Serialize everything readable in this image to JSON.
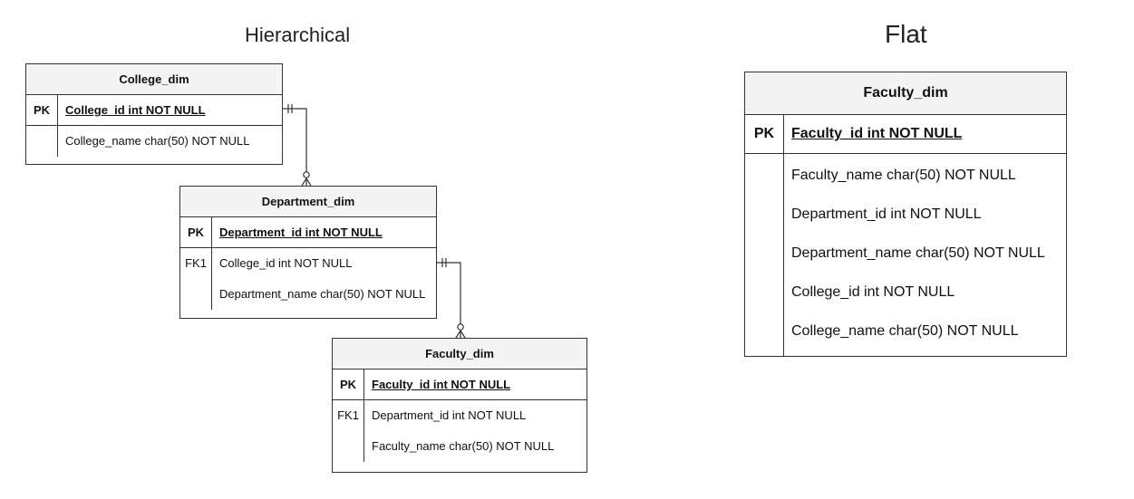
{
  "hierarchical": {
    "title": "Hierarchical",
    "college": {
      "name": "College_dim",
      "pk_key": "PK",
      "pk_column": "College_id int NOT NULL",
      "attributes": [
        {
          "key": "",
          "text": "College_name char(50) NOT NULL"
        }
      ]
    },
    "department": {
      "name": "Department_dim",
      "pk_key": "PK",
      "pk_column": "Department_id int NOT NULL",
      "attributes": [
        {
          "key": "FK1",
          "text": "College_id int NOT NULL"
        },
        {
          "key": "",
          "text": "Department_name char(50) NOT NULL"
        }
      ]
    },
    "faculty": {
      "name": "Faculty_dim",
      "pk_key": "PK",
      "pk_column": "Faculty_id int NOT NULL",
      "attributes": [
        {
          "key": "FK1",
          "text": "Department_id int NOT NULL"
        },
        {
          "key": "",
          "text": "Faculty_name char(50) NOT NULL"
        }
      ]
    }
  },
  "flat": {
    "title": "Flat",
    "faculty": {
      "name": "Faculty_dim",
      "pk_key": "PK",
      "pk_column": "Faculty_id int NOT NULL",
      "attributes": [
        {
          "key": "",
          "text": "Faculty_name char(50) NOT NULL"
        },
        {
          "key": "",
          "text": "Department_id int NOT NULL"
        },
        {
          "key": "",
          "text": "Department_name char(50) NOT NULL"
        },
        {
          "key": "",
          "text": "College_id int NOT NULL"
        },
        {
          "key": "",
          "text": "College_name char(50) NOT NULL"
        }
      ]
    }
  },
  "relationships": [
    {
      "from": "College_dim",
      "to": "Department_dim",
      "from_cardinality": "one-and-only-one",
      "to_cardinality": "zero-or-many"
    },
    {
      "from": "Department_dim",
      "to": "Faculty_dim",
      "from_cardinality": "one-and-only-one",
      "to_cardinality": "zero-or-many"
    }
  ],
  "colors": {
    "line": "#333333",
    "header_bg": "#f4f4f4"
  }
}
